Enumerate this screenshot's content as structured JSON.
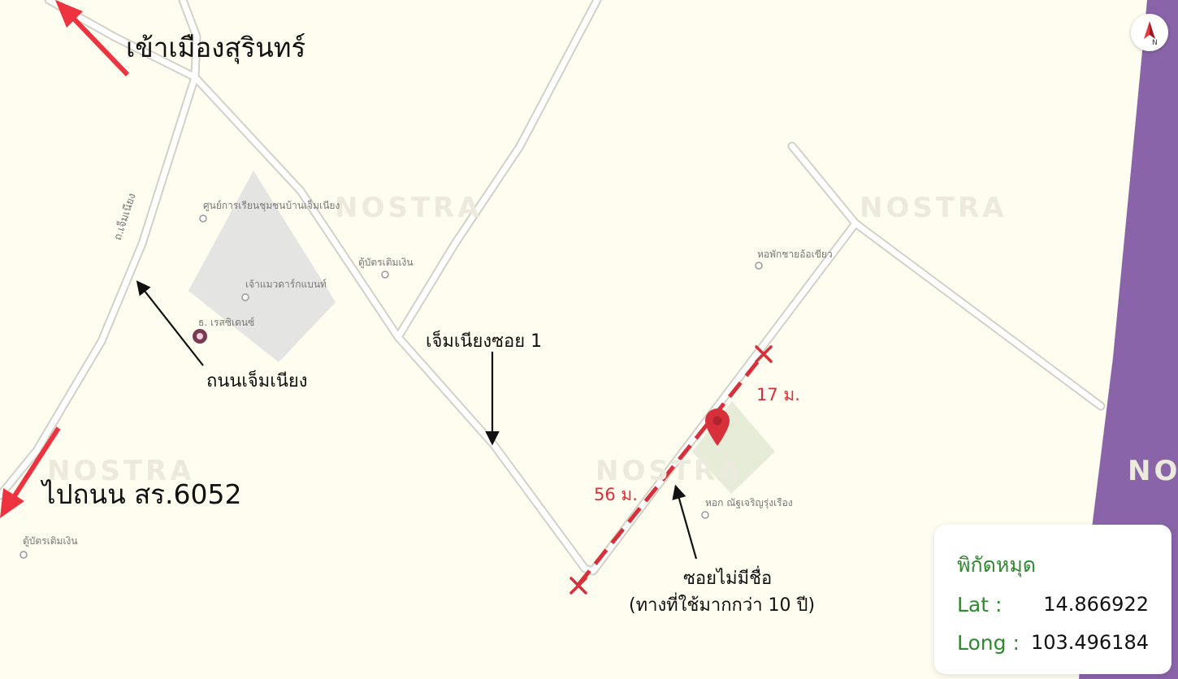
{
  "labels": {
    "to_surin": "เข้าเมืองสุรินทร์",
    "to_road": "ไปถนน สร.6052",
    "jemnieng_road": "ถนนเจ็มเนียง",
    "soi1": "เจ็มเนียงซอย 1",
    "unnamed_soi": "ซอยไม่มีชื่อ",
    "unnamed_soi_note": "(ทางที่ใช้มากกว่า 10 ปี)",
    "dist_north": "17 ม.",
    "dist_south": "56 ม.",
    "road_name_vertical": "ถ.เจ็มเนียง"
  },
  "pois": {
    "learning_center": "ศูนย์การเรียนชุมชนบ้านเจ็มเนียง",
    "church": "เจ้าแมวดาร์กแบนท์",
    "residence": "ธ. เรสซิเดนซ์",
    "atm_center": "ตู้บัตรเติมเงิน",
    "dorm_north": "หอพักชายอ้อเขียว",
    "dorm_south": "หอก ณัฐเจริญรุ่งเรือง",
    "atm_left": "ตู้บัตรเติมเงิน"
  },
  "watermark": "NOSTRA",
  "compass": {
    "letter": "N"
  },
  "coords": {
    "title": "พิกัดหมุด",
    "lat_label": "Lat :",
    "lat_value": "14.866922",
    "long_label": "Long :",
    "long_value": "103.496184"
  },
  "colors": {
    "background": "#fefdf0",
    "road": "#ffffff",
    "road_edge": "#d3d1c6",
    "water": "#8a64a8",
    "arrow": "#ee3340",
    "marker": "#d8303a",
    "label_green": "#2f8a2f",
    "parcel": "#e4e4e2",
    "pin_area": "#e7ecd9"
  }
}
